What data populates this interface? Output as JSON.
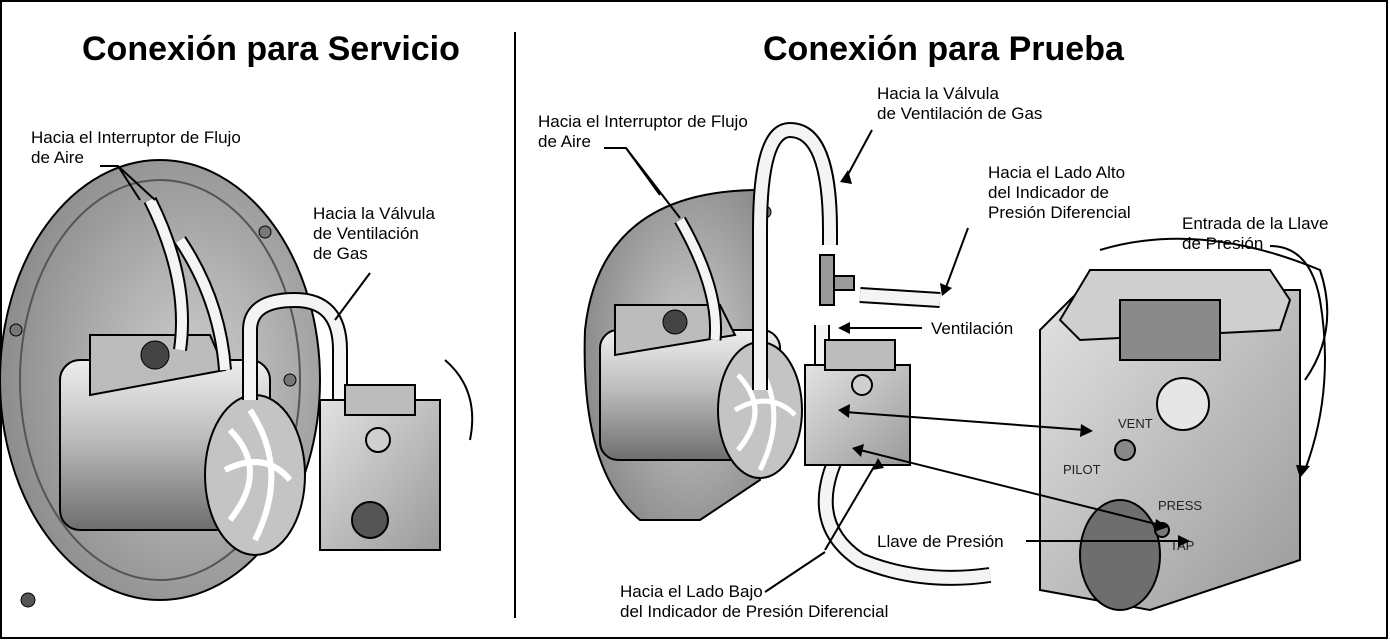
{
  "left_panel": {
    "title": "Conexión para Servicio",
    "labels": {
      "airflow_switch": "Hacia el Interruptor de Flujo\nde Aire",
      "gas_vent_valve": "Hacia la Válvula\nde Ventilación\nde Gas"
    }
  },
  "right_panel": {
    "title": "Conexión para Prueba",
    "labels": {
      "airflow_switch": "Hacia el Interruptor de Flujo\nde Aire",
      "gas_vent_valve": "Hacia la Válvula\nde Ventilación de Gas",
      "high_side": "Hacia el Lado Alto\ndel Indicador de\nPresión Diferencial",
      "pressure_tap_inlet": "Entrada de la Llave\nde Presión",
      "vent": "Ventilación",
      "pressure_tap": "Llave de Presión",
      "low_side": "Hacia el Lado Bajo\ndel Indicador de Presión Diferencial"
    },
    "valve_markings": {
      "vent": "VENT",
      "pilot": "PILOT",
      "press": "PRESS",
      "tap": "TAP"
    }
  },
  "colors": {
    "line": "#000000",
    "metal_light": "#d9d9d9",
    "metal_mid": "#a8a8a8",
    "metal_dark": "#6e6e6e",
    "tube": "#f4f4f4"
  }
}
